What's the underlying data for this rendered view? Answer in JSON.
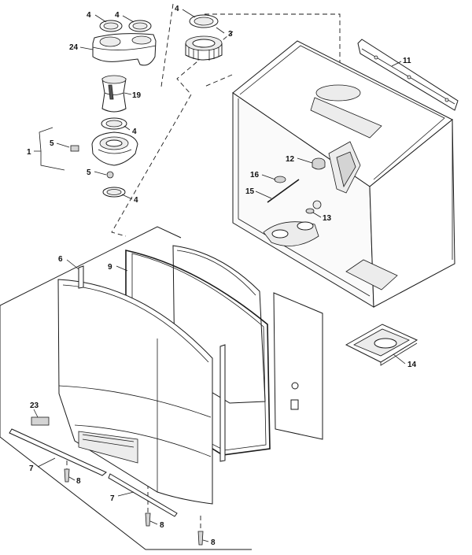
{
  "callouts": {
    "c1": "1",
    "c3": "3",
    "c4a": "4",
    "c4b": "4",
    "c4c": "4",
    "c4d": "4",
    "c4e": "4",
    "c5a": "5",
    "c5b": "5",
    "c6": "6",
    "c7a": "7",
    "c7b": "7",
    "c8a": "8",
    "c8b": "8",
    "c8c": "8",
    "c9": "9",
    "c11": "11",
    "c12": "12",
    "c13": "13",
    "c14": "14",
    "c15": "15",
    "c16": "16",
    "c19": "19",
    "c23": "23",
    "c24": "24"
  }
}
